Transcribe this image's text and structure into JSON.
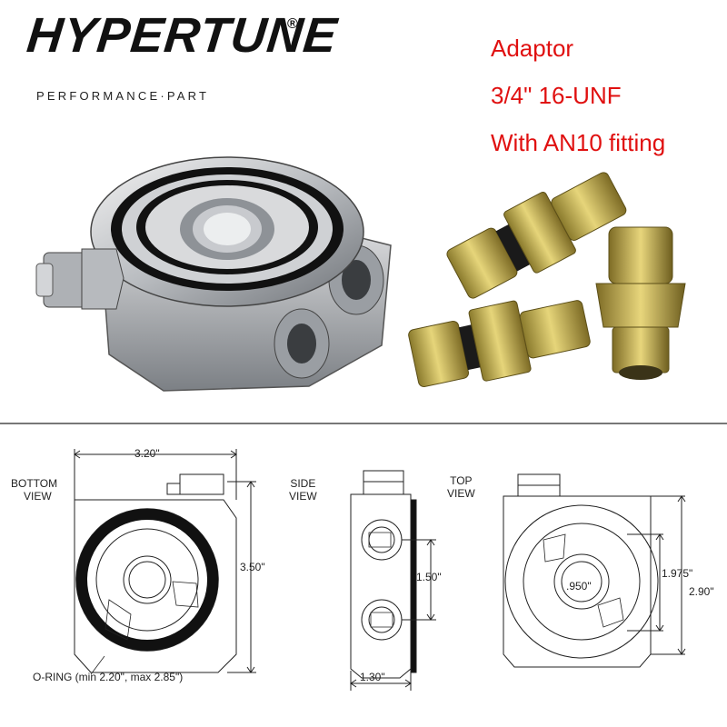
{
  "brand": {
    "name": "HYPERTUNE",
    "registered_mark": "®",
    "tagline": "PERFORMANCE·PART"
  },
  "specs": {
    "line1": "Adaptor",
    "line2": "3/4\" 16-UNF",
    "line3": "With AN10 fitting",
    "color": "#e01010"
  },
  "diagram": {
    "bottom_view": {
      "label_line1": "BOTTOM",
      "label_line2": "VIEW",
      "width_dim": "3.20\"",
      "height_dim": "3.50\"",
      "oring_note": "O-RING (min 2.20\", max 2.85\")"
    },
    "side_view": {
      "label_line1": "SIDE",
      "label_line2": "VIEW",
      "spacing_dim": "1.50\"",
      "width_dim": "1.30\""
    },
    "top_view": {
      "label_line1": "TOP",
      "label_line2": "VIEW",
      "bore_dim": ".950\"",
      "port_dim": "1.975\"",
      "height_dim": "2.90\""
    }
  },
  "icons": [
    "sandwich-adapter-photo",
    "an10-fitting-photo",
    "thread-adapter-photo"
  ]
}
